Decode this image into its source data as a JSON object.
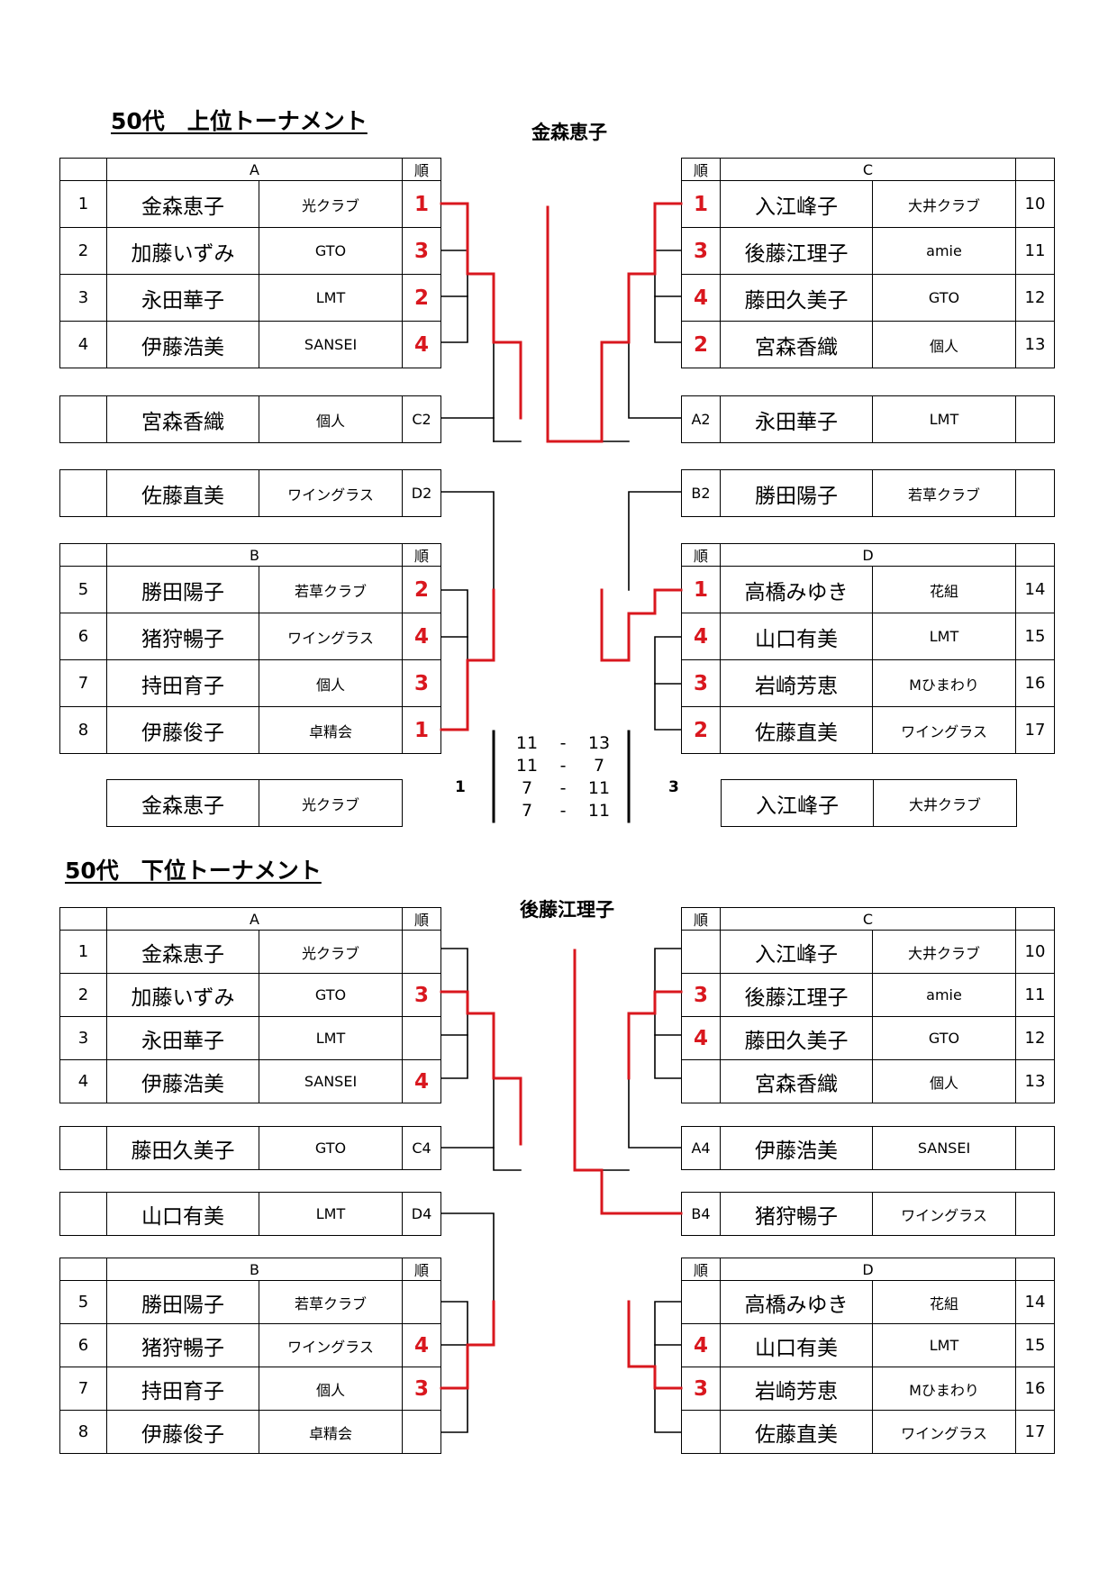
{
  "upper": {
    "title": "50代　上位トーナメント",
    "winner": "金森恵子",
    "rank_header": "順",
    "groupA": {
      "label": "A",
      "rows": [
        {
          "num": "1",
          "name": "金森恵子",
          "club": "光クラブ",
          "rank": "1"
        },
        {
          "num": "2",
          "name": "加藤いずみ",
          "club": "GTO",
          "rank": "3"
        },
        {
          "num": "3",
          "name": "永田華子",
          "club": "LMT",
          "rank": "2"
        },
        {
          "num": "4",
          "name": "伊藤浩美",
          "club": "SANSEI",
          "rank": "4"
        }
      ]
    },
    "groupB": {
      "label": "B",
      "rows": [
        {
          "num": "5",
          "name": "勝田陽子",
          "club": "若草クラブ",
          "rank": "2"
        },
        {
          "num": "6",
          "name": "猪狩暢子",
          "club": "ワイングラス",
          "rank": "4"
        },
        {
          "num": "7",
          "name": "持田育子",
          "club": "個人",
          "rank": "3"
        },
        {
          "num": "8",
          "name": "伊藤俊子",
          "club": "卓精会",
          "rank": "1"
        }
      ]
    },
    "groupC": {
      "label": "C",
      "rows": [
        {
          "num": "10",
          "name": "入江峰子",
          "club": "大井クラブ",
          "rank": "1"
        },
        {
          "num": "11",
          "name": "後藤江理子",
          "club": "amie",
          "rank": "3"
        },
        {
          "num": "12",
          "name": "藤田久美子",
          "club": "GTO",
          "rank": "4"
        },
        {
          "num": "13",
          "name": "宮森香織",
          "club": "個人",
          "rank": "2"
        }
      ]
    },
    "groupD": {
      "label": "D",
      "rows": [
        {
          "num": "14",
          "name": "高橋みゆき",
          "club": "花組",
          "rank": "1"
        },
        {
          "num": "15",
          "name": "山口有美",
          "club": "LMT",
          "rank": "4"
        },
        {
          "num": "16",
          "name": "岩崎芳恵",
          "club": "Mひまわり",
          "rank": "3"
        },
        {
          "num": "17",
          "name": "佐藤直美",
          "club": "ワイングラス",
          "rank": "2"
        }
      ]
    },
    "wildL1": {
      "name": "宮森香織",
      "club": "個人",
      "seed": "C2"
    },
    "wildL2": {
      "name": "佐藤直美",
      "club": "ワイングラス",
      "seed": "D2"
    },
    "wildR1": {
      "seed": "A2",
      "name": "永田華子",
      "club": "LMT"
    },
    "wildR2": {
      "seed": "B2",
      "name": "勝田陽子",
      "club": "若草クラブ"
    },
    "final": {
      "left": {
        "name": "金森恵子",
        "club": "光クラブ",
        "games": "1"
      },
      "right": {
        "name": "入江峰子",
        "club": "大井クラブ",
        "games": "3"
      },
      "scores": [
        [
          "11",
          "-",
          "13"
        ],
        [
          "11",
          "-",
          "7"
        ],
        [
          "7",
          "-",
          "11"
        ],
        [
          "7",
          "-",
          "11"
        ]
      ]
    }
  },
  "lower": {
    "title": "50代　下位トーナメント",
    "winner": "後藤江理子",
    "rank_header": "順",
    "groupA": {
      "label": "A",
      "rows": [
        {
          "num": "1",
          "name": "金森恵子",
          "club": "光クラブ",
          "rank": ""
        },
        {
          "num": "2",
          "name": "加藤いずみ",
          "club": "GTO",
          "rank": "3"
        },
        {
          "num": "3",
          "name": "永田華子",
          "club": "LMT",
          "rank": ""
        },
        {
          "num": "4",
          "name": "伊藤浩美",
          "club": "SANSEI",
          "rank": "4"
        }
      ]
    },
    "groupB": {
      "label": "B",
      "rows": [
        {
          "num": "5",
          "name": "勝田陽子",
          "club": "若草クラブ",
          "rank": ""
        },
        {
          "num": "6",
          "name": "猪狩暢子",
          "club": "ワイングラス",
          "rank": "4"
        },
        {
          "num": "7",
          "name": "持田育子",
          "club": "個人",
          "rank": "3"
        },
        {
          "num": "8",
          "name": "伊藤俊子",
          "club": "卓精会",
          "rank": ""
        }
      ]
    },
    "groupC": {
      "label": "C",
      "rows": [
        {
          "num": "10",
          "name": "入江峰子",
          "club": "大井クラブ",
          "rank": ""
        },
        {
          "num": "11",
          "name": "後藤江理子",
          "club": "amie",
          "rank": "3"
        },
        {
          "num": "12",
          "name": "藤田久美子",
          "club": "GTO",
          "rank": "4"
        },
        {
          "num": "13",
          "name": "宮森香織",
          "club": "個人",
          "rank": ""
        }
      ]
    },
    "groupD": {
      "label": "D",
      "rows": [
        {
          "num": "14",
          "name": "高橋みゆき",
          "club": "花組",
          "rank": ""
        },
        {
          "num": "15",
          "name": "山口有美",
          "club": "LMT",
          "rank": "4"
        },
        {
          "num": "16",
          "name": "岩崎芳恵",
          "club": "Mひまわり",
          "rank": "3"
        },
        {
          "num": "17",
          "name": "佐藤直美",
          "club": "ワイングラス",
          "rank": ""
        }
      ]
    },
    "wildL1": {
      "name": "藤田久美子",
      "club": "GTO",
      "seed": "C4"
    },
    "wildL2": {
      "name": "山口有美",
      "club": "LMT",
      "seed": "D4"
    },
    "wildR1": {
      "seed": "A4",
      "name": "伊藤浩美",
      "club": "SANSEI"
    },
    "wildR2": {
      "seed": "B4",
      "name": "猪狩暢子",
      "club": "ワイングラス"
    }
  },
  "colors": {
    "advance": "#d9171e",
    "line": "#000000"
  }
}
